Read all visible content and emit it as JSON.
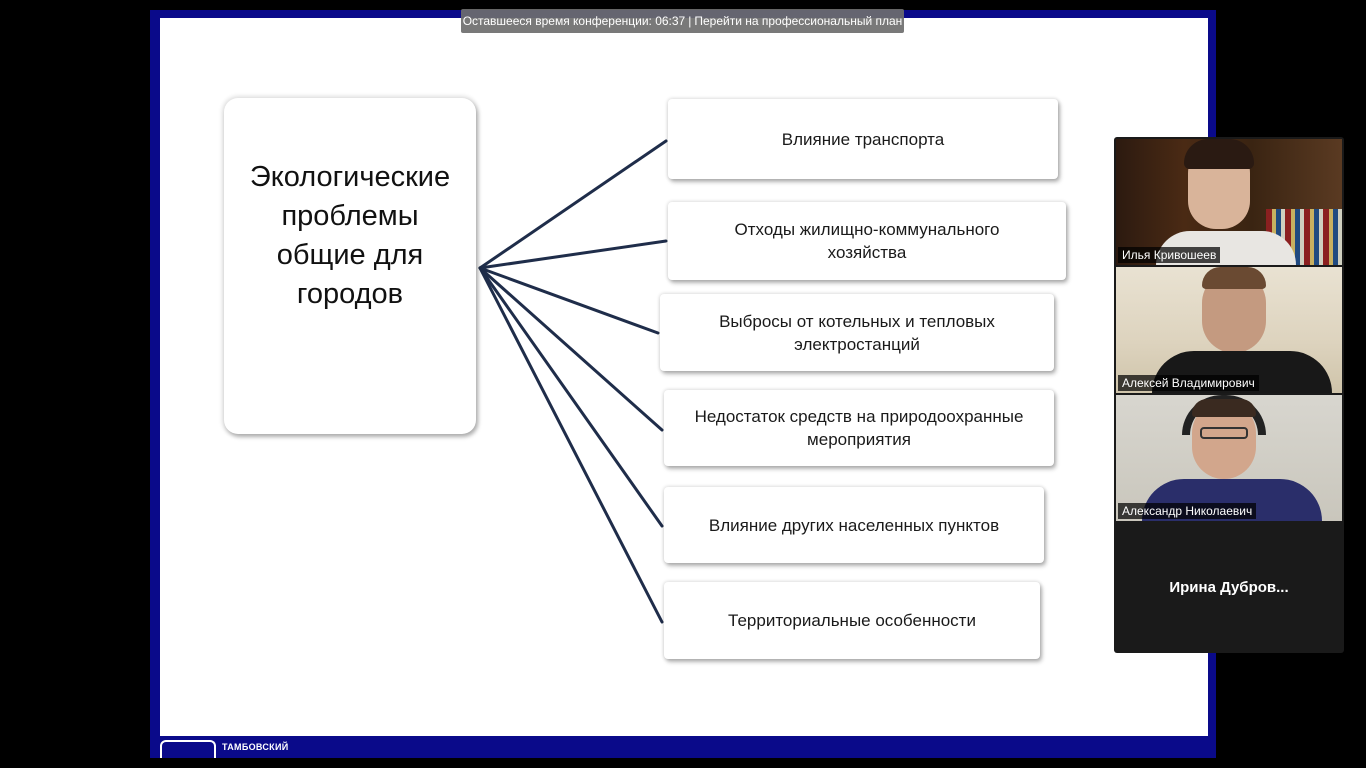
{
  "banner": {
    "time_text": "Оставшееся время конференции: 06:37",
    "separator": "|",
    "upgrade_link": "Перейти на профессиональный план"
  },
  "slide": {
    "main_title_lines": [
      "Экологические",
      "проблемы",
      "общие для",
      "городов"
    ],
    "items": [
      "Влияние транспорта",
      "Отходы жилищно-коммунального хозяйства",
      "Выбросы от котельных и тепловых электростанций",
      "Недостаток средств на природоохранные мероприятия",
      "Влияние других населенных пунктов",
      "Территориальные особенности"
    ],
    "footer_text": "ТАМБОВСКИЙ",
    "frame_color": "#0a0a8a",
    "line_color": "#1f2d4a"
  },
  "participants": [
    {
      "name": "Илья Кривошеев",
      "video": true,
      "active": false
    },
    {
      "name": "Алексей Владимирович",
      "video": true,
      "active": false
    },
    {
      "name": "Александр Николаевич",
      "video": true,
      "active": true
    },
    {
      "name": "Ирина  Дубров...",
      "video": false,
      "active": false
    }
  ]
}
